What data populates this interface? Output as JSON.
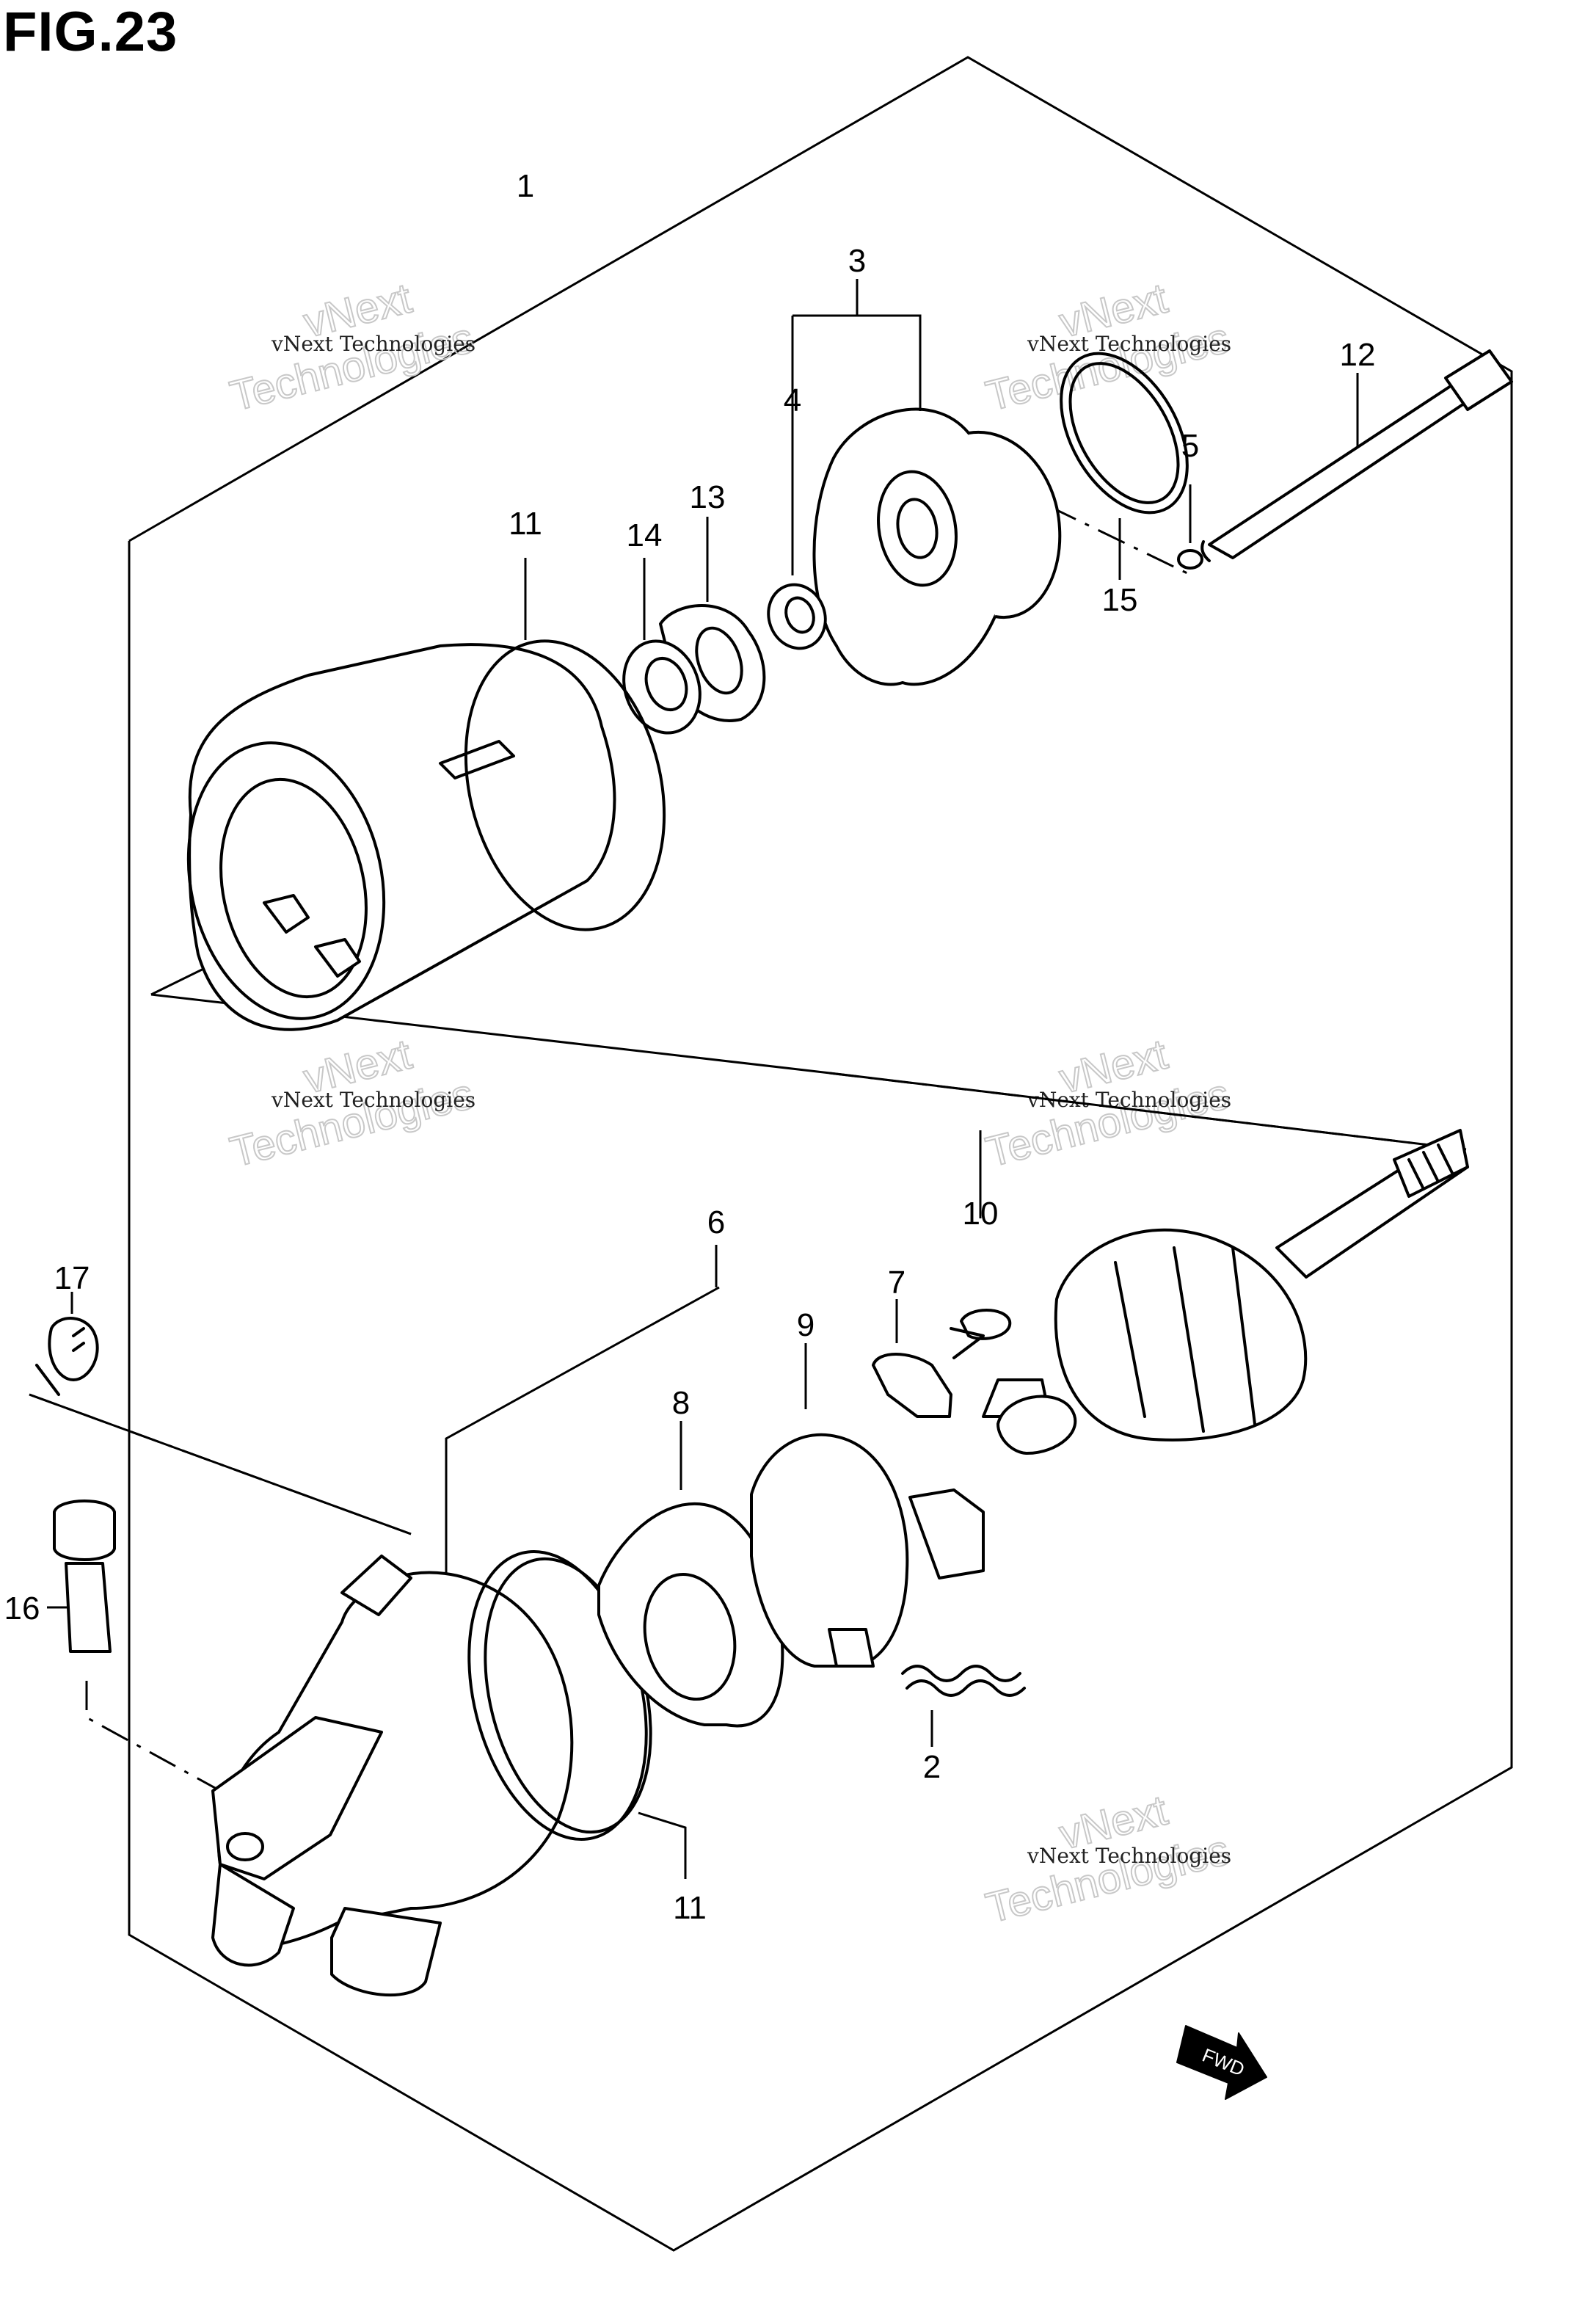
{
  "figure": {
    "title": "FIG.23"
  },
  "callouts": {
    "p1": "1",
    "p2": "2",
    "p3": "3",
    "p4": "4",
    "p5": "5",
    "p6": "6",
    "p7": "7",
    "p8": "8",
    "p9": "9",
    "p10": "10",
    "p11a": "11",
    "p11b": "11",
    "p12": "12",
    "p13": "13",
    "p14": "14",
    "p15": "15",
    "p16": "16",
    "p17": "17"
  },
  "watermark": {
    "small": "vNext Technologies",
    "big_top": "vNext",
    "big_bottom": "Technologies"
  },
  "direction_badge": {
    "label": "FWD"
  },
  "colors": {
    "ink": "#000000",
    "watermark": "#c8c8c8",
    "background": "#ffffff"
  }
}
